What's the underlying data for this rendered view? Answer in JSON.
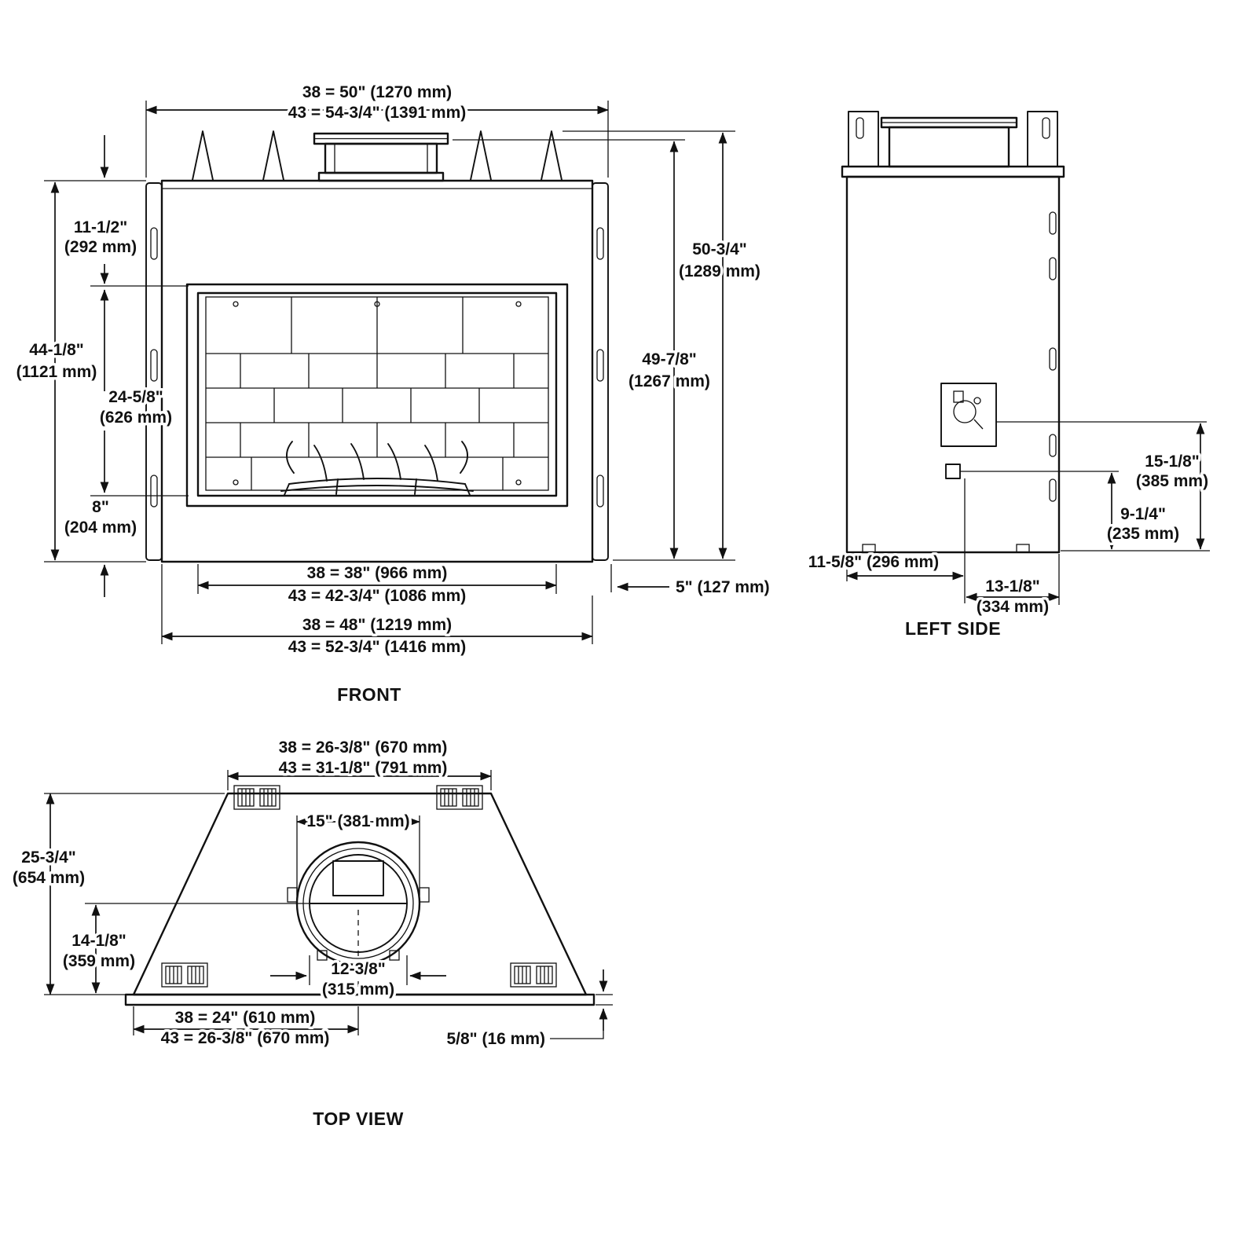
{
  "colors": {
    "line": "#111111",
    "background": "#ffffff"
  },
  "drawing": {
    "front": {
      "title": "FRONT",
      "dims": {
        "top_w1": "38 = 50\" (1270 mm)",
        "top_w2": "43 = 54-3/4\" (1391 mm)",
        "h292a": "11-1/2\"",
        "h292b": "(292 mm)",
        "h1121a": "44-1/8\"",
        "h1121b": "(1121 mm)",
        "h626a": "24-5/8\"",
        "h626b": "(626 mm)",
        "h204a": "8\"",
        "h204b": "(204 mm)",
        "h1289a": "50-3/4\"",
        "h1289b": "(1289 mm)",
        "h1267a": "49-7/8\"",
        "h1267b": "(1267 mm)",
        "bot_w1": "38 = 38\" (966 mm)",
        "bot_w2": "43 = 42-3/4\" (1086 mm)",
        "depth5": "5\" (127 mm)",
        "out_w1": "38 = 48\" (1219 mm)",
        "out_w2": "43 = 52-3/4\" (1416 mm)"
      }
    },
    "left": {
      "title": "LEFT SIDE",
      "dims": {
        "d385a": "15-1/8\"",
        "d385b": "(385 mm)",
        "d235a": "9-1/4\"",
        "d235b": "(235 mm)",
        "d296": "11-5/8\" (296 mm)",
        "d334a": "13-1/8\"",
        "d334b": "(334 mm)"
      }
    },
    "top": {
      "title": "TOP VIEW",
      "dims": {
        "top_w1": "38 = 26-3/8\" (670 mm)",
        "top_w2": "43 = 31-1/8\" (791 mm)",
        "d381": "15\" (381 mm)",
        "d654a": "25-3/4\"",
        "d654b": "(654 mm)",
        "d359a": "14-1/8\"",
        "d359b": "(359 mm)",
        "d315a": "12-3/8\"",
        "d315b": "(315 mm)",
        "bot_w1": "38 = 24\" (610 mm)",
        "bot_w2": "43 = 26-3/8\" (670 mm)",
        "d16": "5/8\" (16 mm)"
      }
    }
  }
}
